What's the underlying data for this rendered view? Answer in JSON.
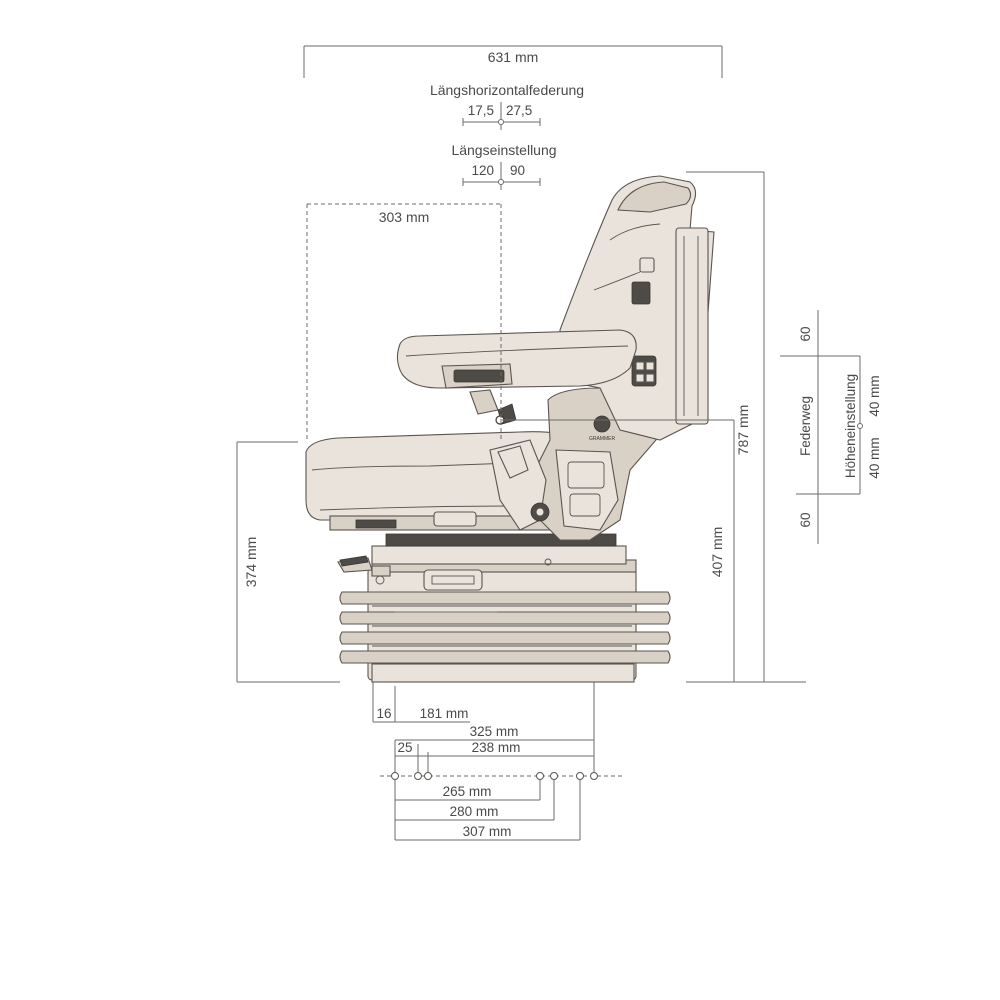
{
  "dimensions": {
    "overall_width": "631 mm",
    "fore_aft_isolator_label": "Längshorizontalfederung",
    "fore_aft_isolator_rear": "17,5",
    "fore_aft_isolator_front": "27,5",
    "fore_aft_adjust_label": "Längseinstellung",
    "fore_aft_adjust_rear": "120",
    "fore_aft_adjust_front": "90",
    "seat_depth": "303 mm",
    "overall_height": "787 mm",
    "sip_height": "407 mm",
    "cushion_height": "374 mm",
    "stroke_top": "60",
    "stroke_bottom": "60",
    "stroke_label": "Federweg",
    "height_adjust_label": "Höheneinstellung",
    "height_adjust_up": "40 mm",
    "height_adjust_down": "40 mm",
    "base_offset": "16",
    "base_181": "181 mm",
    "base_325": "325 mm",
    "base_25": "25",
    "base_238": "238 mm",
    "mount_265": "265 mm",
    "mount_280": "280 mm",
    "mount_307": "307 mm"
  },
  "brand_logo_text": "GRAMMER",
  "colors": {
    "seat_fill": "#e9e3db",
    "line": "#6b6b6b",
    "text": "#4a4a4a"
  }
}
